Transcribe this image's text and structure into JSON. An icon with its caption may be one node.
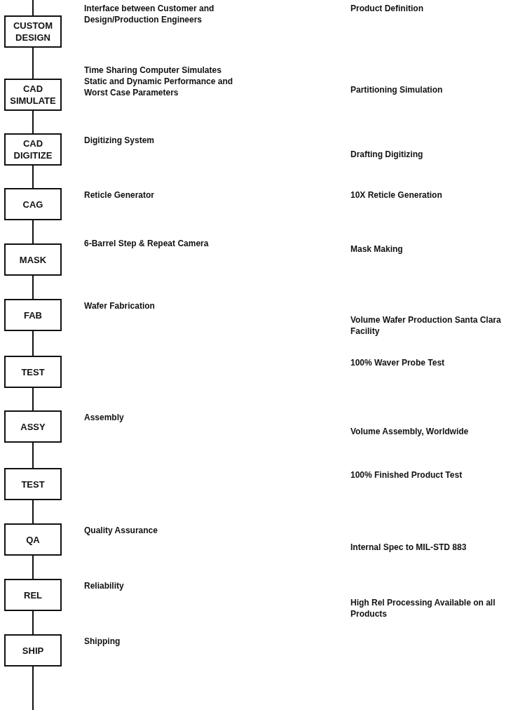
{
  "diagram": {
    "nodes": [
      {
        "text": [
          "CUSTOM DESIGN"
        ],
        "beside": [
          "Interface between Customer and Design/Production Engineers"
        ]
      },
      {
        "text": [
          "CAD SIMULATE"
        ],
        "beside": [
          "Time Sharing Computer Simulates Static and Dynamic Performance and Worst Case Parameters"
        ]
      },
      {
        "text": [
          "CAD DIGITIZE"
        ],
        "beside": [
          "Digitizing System"
        ]
      },
      {
        "text": [
          "CAG"
        ],
        "beside": [
          "Reticle Generator"
        ]
      },
      {
        "text": [
          "MASK"
        ],
        "beside": [
          "6-Barrel Step & Repeat Camera"
        ]
      },
      {
        "text": [
          "FAB"
        ],
        "beside": [
          "Wafer Fabrication"
        ]
      },
      {
        "text": [
          "TEST"
        ]
      },
      {
        "text": [
          "ASSY"
        ],
        "beside": [
          "Assembly"
        ]
      },
      {
        "text": [
          "TEST"
        ]
      },
      {
        "text": [
          "QA"
        ],
        "beside": [
          "Quality Assurance"
        ]
      },
      {
        "text": [
          "REL"
        ],
        "beside": [
          "Reliability"
        ]
      },
      {
        "text": [
          "SHIP"
        ],
        "beside": [
          "Shipping"
        ]
      }
    ],
    "edges": [
      {
        "from": null,
        "to": 0,
        "arrow": "none"
      },
      {
        "from": 0,
        "to": 1,
        "arrow": "none"
      },
      {
        "from": 1,
        "to": 2,
        "arrow": "none"
      },
      {
        "from": 2,
        "to": 3,
        "arrow": "none"
      },
      {
        "from": 3,
        "to": 4,
        "arrow": "none"
      },
      {
        "from": 4,
        "to": 5,
        "arrow": "none"
      },
      {
        "from": 5,
        "to": 6,
        "arrow": "none"
      },
      {
        "from": 6,
        "to": 7,
        "arrow": "none"
      },
      {
        "from": 7,
        "to": 8,
        "arrow": "none"
      },
      {
        "from": 8,
        "to": 9,
        "arrow": "none"
      },
      {
        "from": 9,
        "to": 10,
        "arrow": "none"
      },
      {
        "from": 10,
        "to": 11,
        "arrow": "none"
      },
      {
        "from": 11,
        "to": null,
        "arrow": "none"
      }
    ],
    "labels": [
      "Product Definition",
      "Partitioning Simulation",
      "Drafting Digitizing",
      "10X Reticle Generation",
      "Mask Making",
      "Volume Wafer Production Santa Clara Facility",
      "100% Waver Probe Test",
      "Volume Assembly, Worldwide",
      "100% Finished Product Test",
      "Internal Spec to MIL-STD 883",
      "High Rel Processing Available on all Products"
    ]
  }
}
